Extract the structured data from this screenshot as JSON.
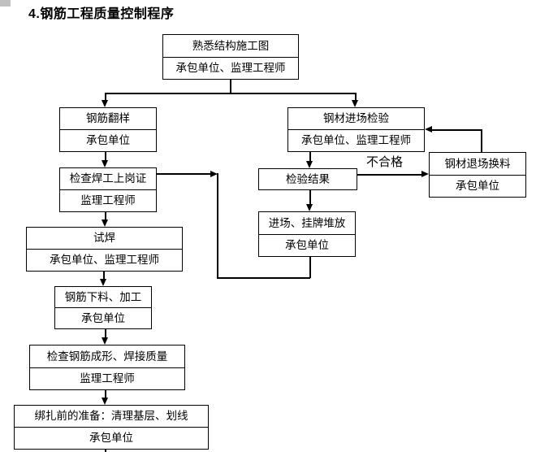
{
  "page": {
    "title": "4.钢筋工程质量控制程序",
    "background": "#ffffff"
  },
  "flowchart": {
    "line_color": "#000000",
    "text_color": "#000000",
    "box_fill": "#ffffff",
    "fail_label": "不合格",
    "boxes": {
      "study_drawings": {
        "step": "熟悉结构施工图",
        "owner": "承包单位、监理工程师"
      },
      "rebar_detailing": {
        "step": "钢筋翻样",
        "owner": "承包单位"
      },
      "steel_entry_inspection": {
        "step": "钢材进场检验",
        "owner": "承包单位、监理工程师"
      },
      "welder_cert_check": {
        "step": "检查焊工上岗证",
        "owner": "监理工程师"
      },
      "inspection_result": {
        "step": "检验结果"
      },
      "steel_return_replace": {
        "step": "钢材退场换料",
        "owner": "承包单位"
      },
      "entry_stacking": {
        "step": "进场、挂牌堆放",
        "owner": "承包单位"
      },
      "trial_welding": {
        "step": "试焊",
        "owner": "承包单位、监理工程师"
      },
      "rebar_cutting": {
        "step": "钢筋下料、加工",
        "owner": "承包单位"
      },
      "forming_weld_check": {
        "step": "检查钢筋成形、焊接质量",
        "owner": "监理工程师"
      },
      "binding_preparation": {
        "step": "绑扎前的准备：清理基层、划线",
        "owner": "承包单位"
      }
    }
  }
}
